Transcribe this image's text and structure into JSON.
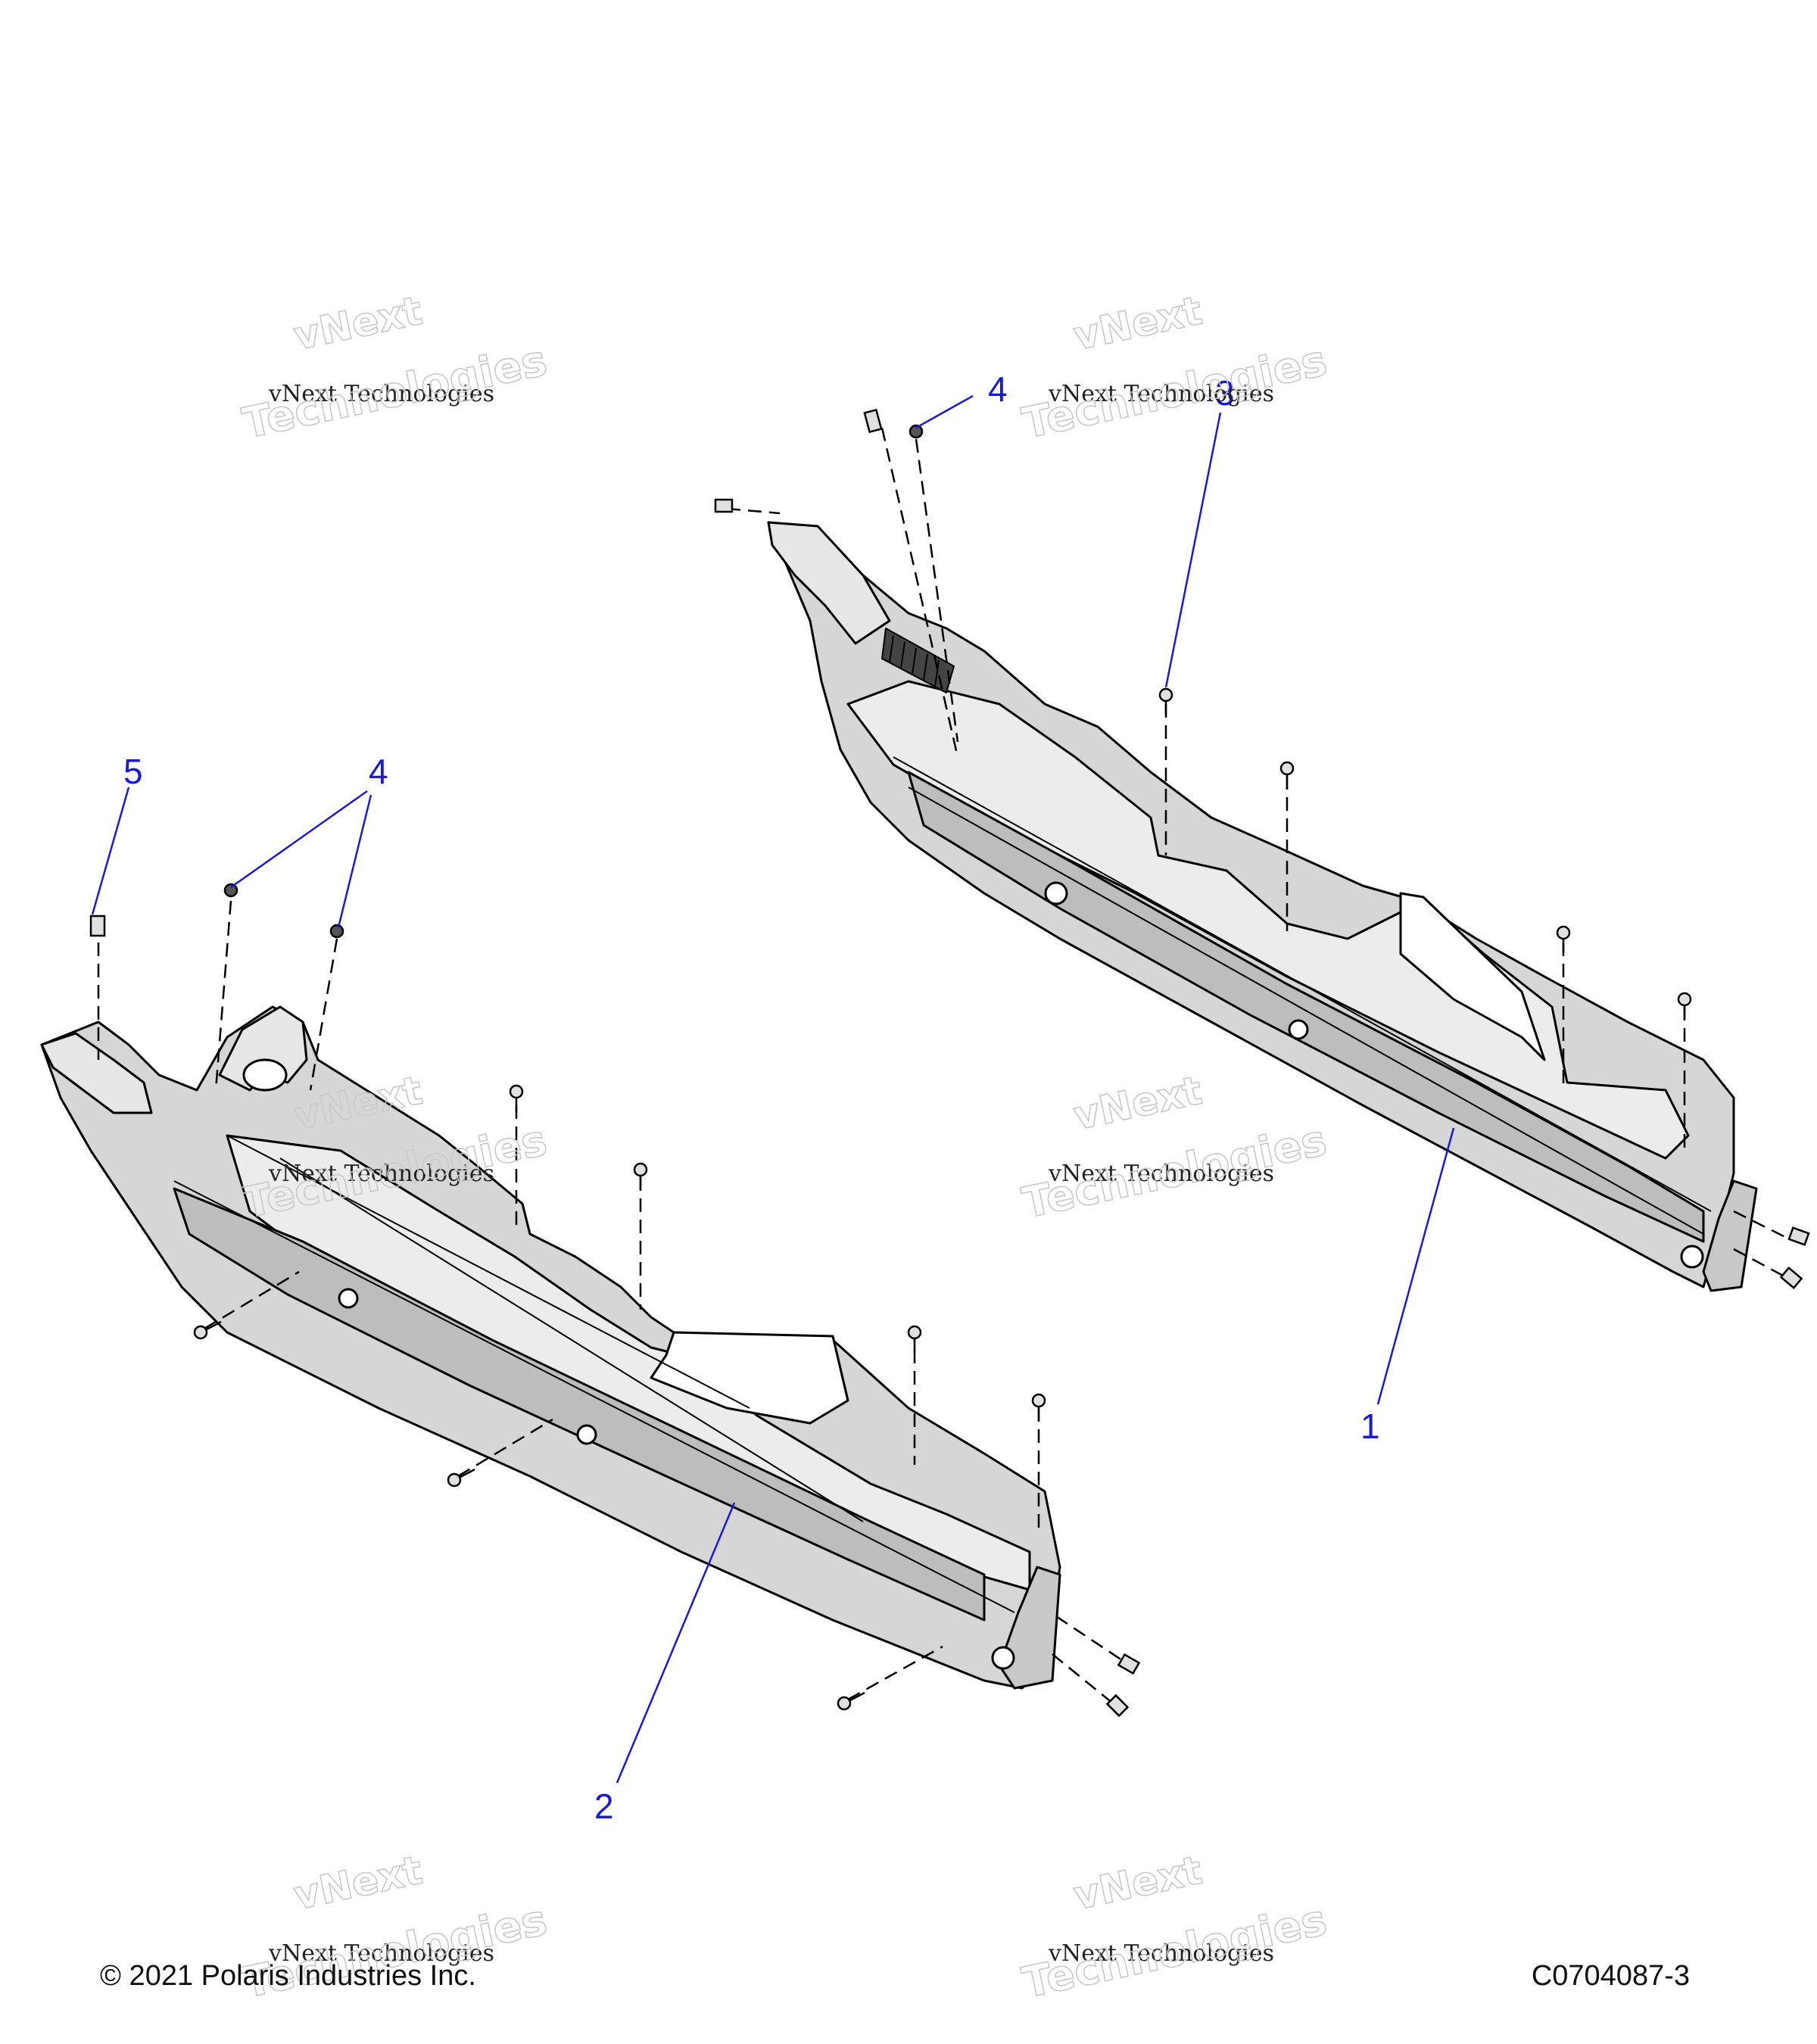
{
  "callouts": {
    "c1": "1",
    "c2": "2",
    "c3": "3",
    "c4a": "4",
    "c4b": "4",
    "c5": "5"
  },
  "footer": {
    "copyright": "© 2021 Polaris Industries Inc.",
    "figure_id": "C0704087-3"
  },
  "watermark": {
    "line1": "vNext",
    "line2": "vNext Technologies",
    "line3": "Technologies"
  },
  "colors": {
    "callout": "#1a1ad6",
    "part_fill": "#d6d6d6",
    "part_shade": "#bdbdbd",
    "outline": "#000000"
  }
}
